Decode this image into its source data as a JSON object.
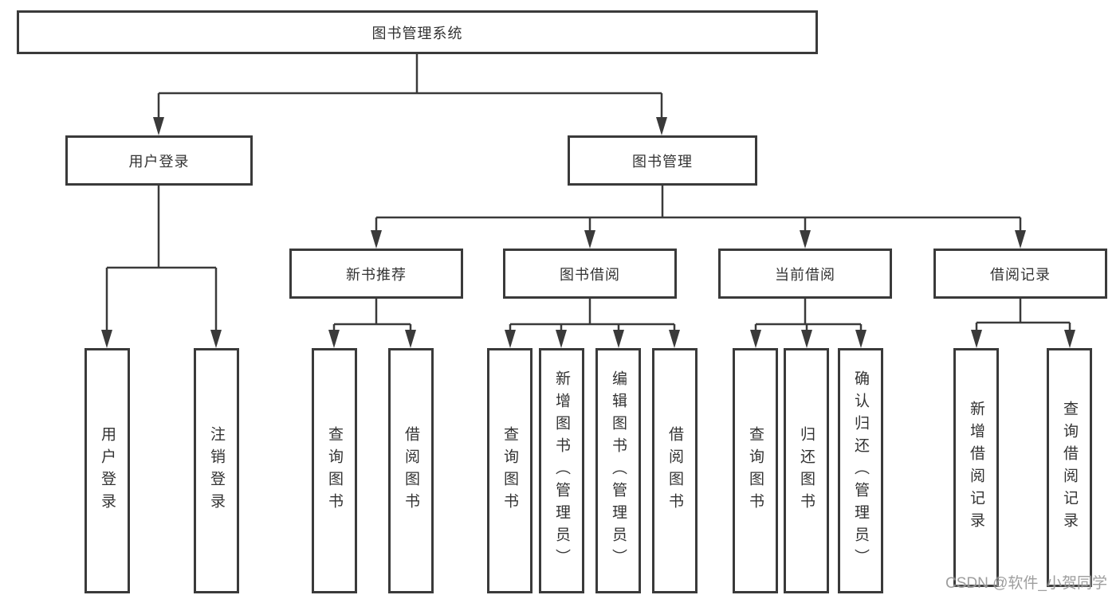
{
  "diagram": {
    "title": "图书管理系统",
    "root": {
      "label": "图书管理系统"
    },
    "level2": [
      {
        "label": "用户登录"
      },
      {
        "label": "图书管理"
      }
    ],
    "level3": [
      {
        "label": "新书推荐"
      },
      {
        "label": "图书借阅"
      },
      {
        "label": "当前借阅"
      },
      {
        "label": "借阅记录"
      }
    ],
    "leaves": [
      {
        "label": "用户登录"
      },
      {
        "label": "注销登录"
      },
      {
        "label": "查询图书"
      },
      {
        "label": "借阅图书"
      },
      {
        "label": "查询图书"
      },
      {
        "label": "新增图书（管理员）"
      },
      {
        "label": "编辑图书（管理员）"
      },
      {
        "label": "借阅图书"
      },
      {
        "label": "查询图书"
      },
      {
        "label": "归还图书"
      },
      {
        "label": "确认归还（管理员）"
      },
      {
        "label": "新增借阅记录"
      },
      {
        "label": "查询借阅记录"
      }
    ],
    "watermark": "CSDN @软件_小贺同学",
    "colors": {
      "line": "#3a3a3a",
      "border": "#3a3a3a",
      "text": "#333333",
      "watermark": "#919191",
      "background": "#ffffff"
    }
  }
}
